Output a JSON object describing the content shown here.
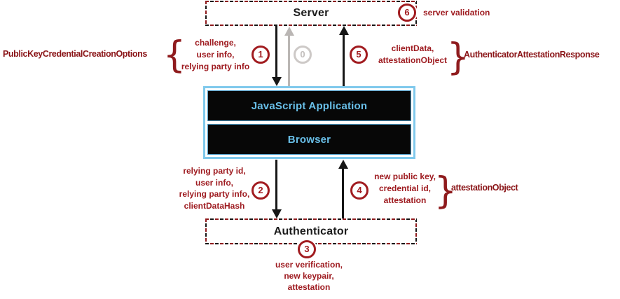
{
  "nodes": {
    "server": {
      "label": "Server"
    },
    "js_app": {
      "label": "JavaScript Application"
    },
    "browser": {
      "label": "Browser"
    },
    "authenticator": {
      "label": "Authenticator"
    }
  },
  "steps": {
    "s0": {
      "num": "0"
    },
    "s1": {
      "num": "1"
    },
    "s2": {
      "num": "2"
    },
    "s3": {
      "num": "3"
    },
    "s4": {
      "num": "4"
    },
    "s5": {
      "num": "5"
    },
    "s6": {
      "num": "6",
      "label": "server validation"
    }
  },
  "annotations": {
    "creation_options": {
      "name": "PublicKeyCredentialCreationOptions",
      "brace": "{",
      "lines": [
        "challenge,",
        "user info,",
        "relying party info"
      ]
    },
    "attestation_response": {
      "name": "AuthenticatorAttestationResponse",
      "brace": "}",
      "lines": [
        "clientData,",
        "attestationObject"
      ]
    },
    "authenticator_input": {
      "lines": [
        "relying party id,",
        "user info,",
        "relying party info,",
        "clientDataHash"
      ]
    },
    "attestation_object": {
      "name": "attestationObject",
      "brace": "}",
      "lines": [
        "new public key,",
        "credential id,",
        "attestation"
      ]
    },
    "authenticator_actions": {
      "lines": [
        "user verification,",
        "new keypair,",
        "attestation"
      ]
    }
  },
  "colors": {
    "red_text": "#9e1b20",
    "dark_red": "#8a1417",
    "badge_red": "#a11b1f",
    "gray": "#bab6b4",
    "blue_border": "#7fc9ec",
    "blue_text": "#69bfe8",
    "black": "#161616"
  }
}
